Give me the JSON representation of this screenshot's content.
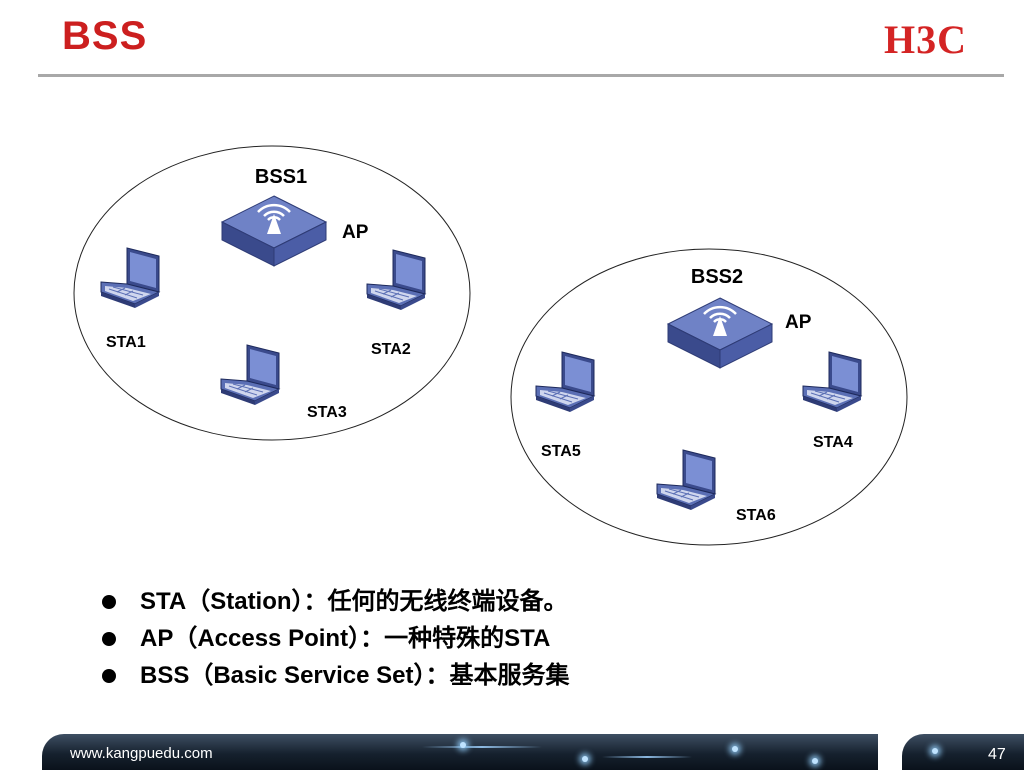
{
  "slide": {
    "title": "BSS",
    "logo": "H3C",
    "page_number": "47",
    "footer_url": "www.kangpuedu.com"
  },
  "diagram": {
    "bss1": {
      "label": "BSS1",
      "ap_label": "AP",
      "stations": [
        "STA1",
        "STA2",
        "STA3"
      ]
    },
    "bss2": {
      "label": "BSS2",
      "ap_label": "AP",
      "stations": [
        "STA4",
        "STA5",
        "STA6"
      ]
    },
    "icons": {
      "access_point": "wireless-ap-icon",
      "station": "laptop-icon"
    },
    "colors": {
      "device_fill": "#5b6fb5",
      "device_dark": "#3a4a8c",
      "title_red": "#cc1f1f"
    }
  },
  "bullets": [
    "STA（Station）：任何的无线终端设备。",
    "AP（Access Point）：一种特殊的STA",
    "BSS（Basic Service Set）：基本服务集"
  ]
}
